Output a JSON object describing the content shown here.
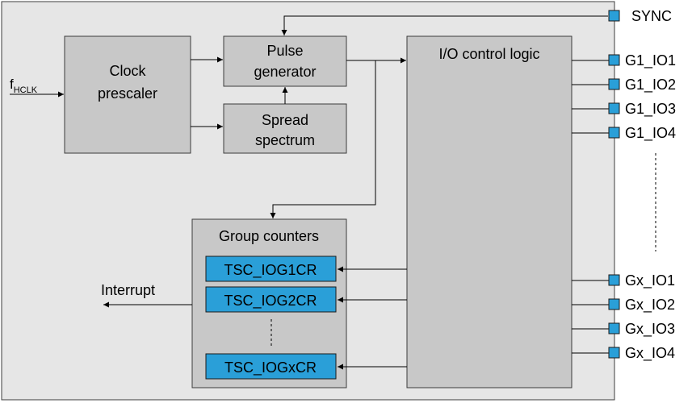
{
  "input_signal": {
    "main": "f",
    "sub": "HCLK"
  },
  "blocks": {
    "clock_prescaler": [
      "Clock",
      "prescaler"
    ],
    "pulse_generator": [
      "Pulse",
      "generator"
    ],
    "spread_spectrum": [
      "Spread",
      "spectrum"
    ],
    "io_control_logic": "I/O control logic",
    "group_counters": "Group counters"
  },
  "registers": [
    "TSC_IOG1CR",
    "TSC_IOG2CR",
    "TSC_IOGxCR"
  ],
  "interrupt_label": "Interrupt",
  "sync_label": "SYNC",
  "group1_pins": [
    "G1_IO1",
    "G1_IO2",
    "G1_IO3",
    "G1_IO4"
  ],
  "groupx_pins": [
    "Gx_IO1",
    "Gx_IO2",
    "Gx_IO3",
    "Gx_IO4"
  ],
  "colors": {
    "block_fill": "#c8c8c8",
    "background_fill": "#e6e6e6",
    "register_fill": "#2a9fd8",
    "pin_fill": "#2a9fd8"
  }
}
